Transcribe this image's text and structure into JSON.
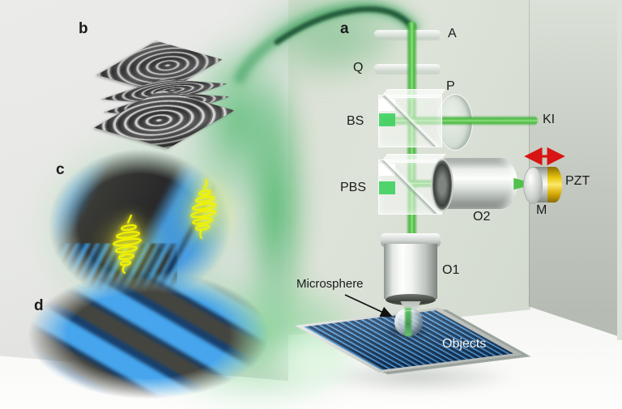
{
  "figure_labels": {
    "panel_a": "a",
    "panel_b": "b",
    "panel_c": "c",
    "panel_d": "d"
  },
  "optical_components": {
    "aperture": "A",
    "quarter_wave_plate": "Q",
    "polarizer": "P",
    "beam_splitter": "BS",
    "kohler_illumination": "KI",
    "polarizing_beam_splitter": "PBS",
    "objective_2": "O2",
    "mirror": "M",
    "piezo_actuator": "PZT",
    "objective_1": "O1",
    "microsphere": "Microsphere",
    "objects": "Objects"
  },
  "colors": {
    "laser_green": "#4fc24a",
    "swoosh_green": "#3f9c5c",
    "grating_blue": "#3f88c4",
    "grating_navy": "#17395e",
    "photon_yellow": "#f2f200",
    "pzt_gold": "#e8c40e",
    "motion_arrow_red": "#d81414",
    "interferogram_gray": "#3a3a3a"
  }
}
